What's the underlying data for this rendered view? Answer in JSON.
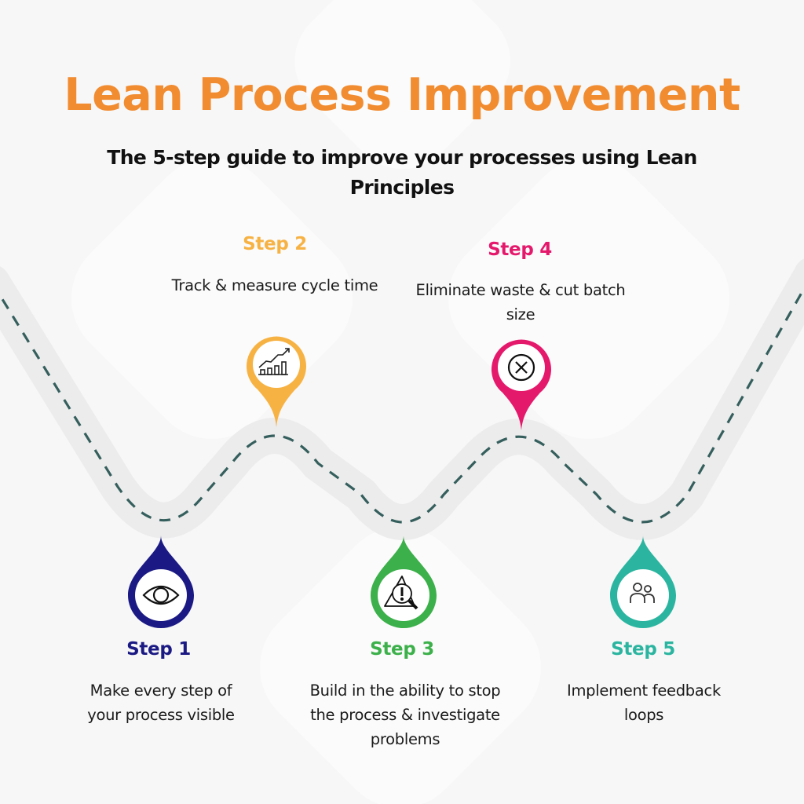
{
  "header": {
    "title": "Lean Process Improvement",
    "subtitle": "The 5-step guide to improve your processes using Lean Principles"
  },
  "colors": {
    "background": "#f7f7f7",
    "title": "#f28c30",
    "road": "#ececec",
    "road_dash": "#355f5d",
    "step1": "#1b1a84",
    "step2": "#f7b244",
    "step3": "#3cb04a",
    "step4": "#e5196c",
    "step5": "#2bb5a0"
  },
  "steps": [
    {
      "label": "Step 1",
      "description": "Make every step of your process visible",
      "icon": "eye-icon",
      "pin_shape": "drop-up"
    },
    {
      "label": "Step 2",
      "description": "Track & measure cycle time",
      "icon": "growth-chart-icon",
      "pin_shape": "map-pin-down"
    },
    {
      "label": "Step 3",
      "description": "Build in the ability to stop the process & investigate problems",
      "icon": "warning-magnifier-icon",
      "pin_shape": "drop-up"
    },
    {
      "label": "Step 4",
      "description": "Eliminate waste & cut batch size",
      "icon": "x-circle-icon",
      "pin_shape": "map-pin-down"
    },
    {
      "label": "Step 5",
      "description": "Implement feedback loops",
      "icon": "people-icon",
      "pin_shape": "drop-up"
    }
  ]
}
